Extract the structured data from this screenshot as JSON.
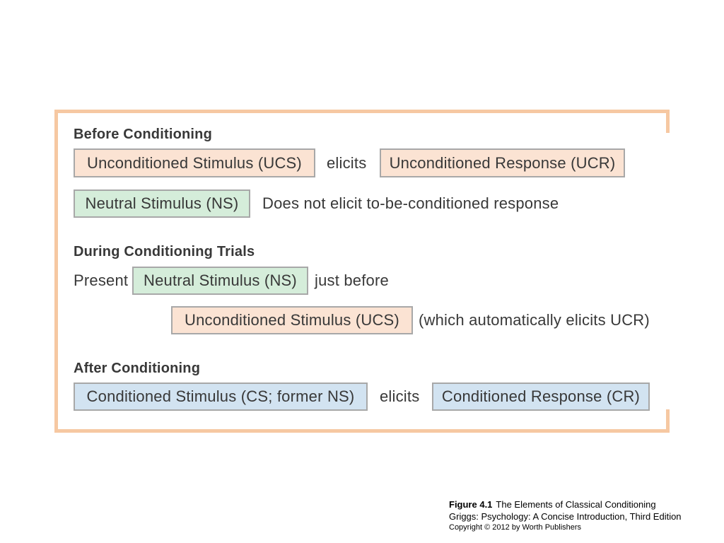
{
  "colors": {
    "frame_border": "#f6c8a2",
    "unconditioned_fill": "#fbe3d3",
    "neutral_fill": "#d5edda",
    "conditioned_fill": "#d2e3f1",
    "box_border": "#a8a8a8",
    "diagram_text": "#383838",
    "caption_text": "#000000"
  },
  "diagram": {
    "before": {
      "heading": "Before Conditioning",
      "row1": {
        "stimulus": "Unconditioned Stimulus (UCS)",
        "connector": "elicits",
        "response": "Unconditioned Response (UCR)"
      },
      "row2": {
        "stimulus": "Neutral Stimulus (NS)",
        "note": "Does not elicit to-be-conditioned response"
      }
    },
    "during": {
      "heading": "During Conditioning Trials",
      "row1": {
        "prefix": "Present",
        "stimulus": "Neutral Stimulus (NS)",
        "connector": "just before"
      },
      "row2": {
        "stimulus": "Unconditioned Stimulus (UCS)",
        "note": "(which automatically elicits UCR)"
      }
    },
    "after": {
      "heading": "After Conditioning",
      "row1": {
        "stimulus": "Conditioned Stimulus (CS; former NS)",
        "connector": "elicits",
        "response": "Conditioned Response (CR)"
      }
    }
  },
  "caption": {
    "figure_number": "Figure 4.1",
    "figure_title": "The Elements of Classical Conditioning",
    "book": "Griggs: Psychology: A Concise Introduction, Third Edition",
    "copyright": "Copyright © 2012 by Worth Publishers"
  }
}
